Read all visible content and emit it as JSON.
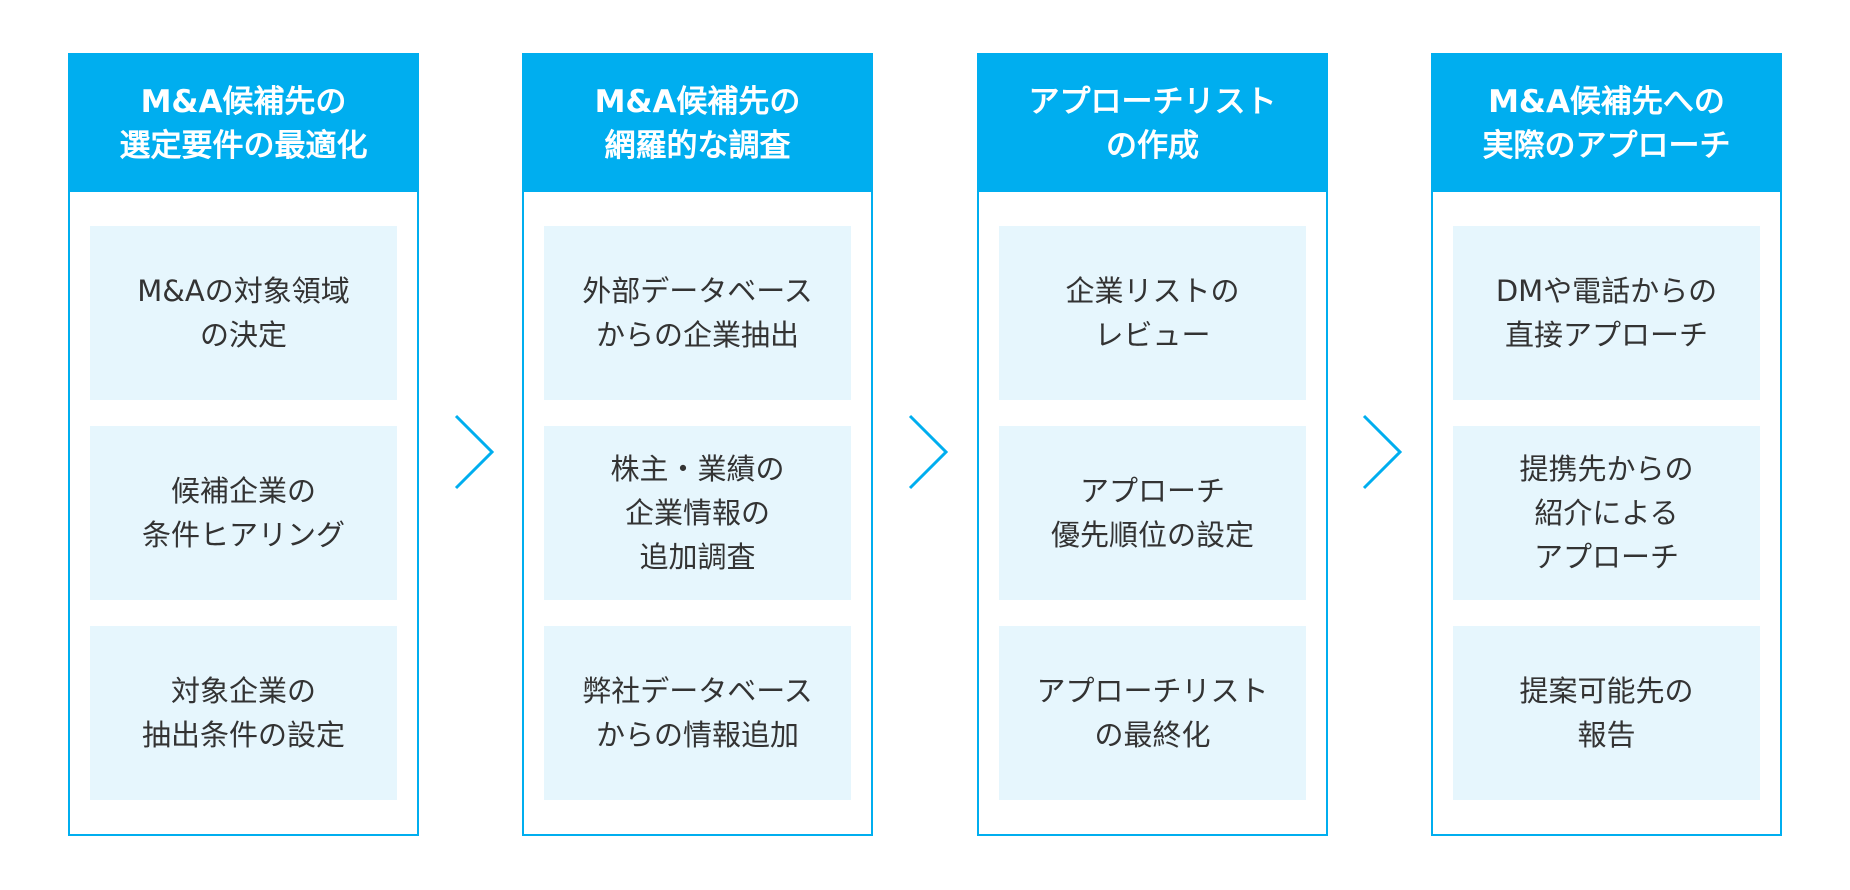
{
  "colors": {
    "accent": "#00aeef",
    "card_background": "#e6f6fd",
    "text": "#333333",
    "header_text": "#ffffff"
  },
  "arrow_icon": "chevron-right-icon",
  "steps": [
    {
      "title": "M&A候補先の\n選定要件の最適化",
      "tasks": [
        "M&Aの対象領域\nの決定",
        "候補企業の\n条件ヒアリング",
        "対象企業の\n抽出条件の設定"
      ]
    },
    {
      "title": "M&A候補先の\n網羅的な調査",
      "tasks": [
        "外部データベース\nからの企業抽出",
        "株主・業績の\n企業情報の\n追加調査",
        "弊社データベース\nからの情報追加"
      ]
    },
    {
      "title": "アプローチリスト\nの作成",
      "tasks": [
        "企業リストの\nレビュー",
        "アプローチ\n優先順位の設定",
        "アプローチリスト\nの最終化"
      ]
    },
    {
      "title": "M&A候補先への\n実際のアプローチ",
      "tasks": [
        "DMや電話からの\n直接アプローチ",
        "提携先からの\n紹介による\nアプローチ",
        "提案可能先の\n報告"
      ]
    }
  ]
}
